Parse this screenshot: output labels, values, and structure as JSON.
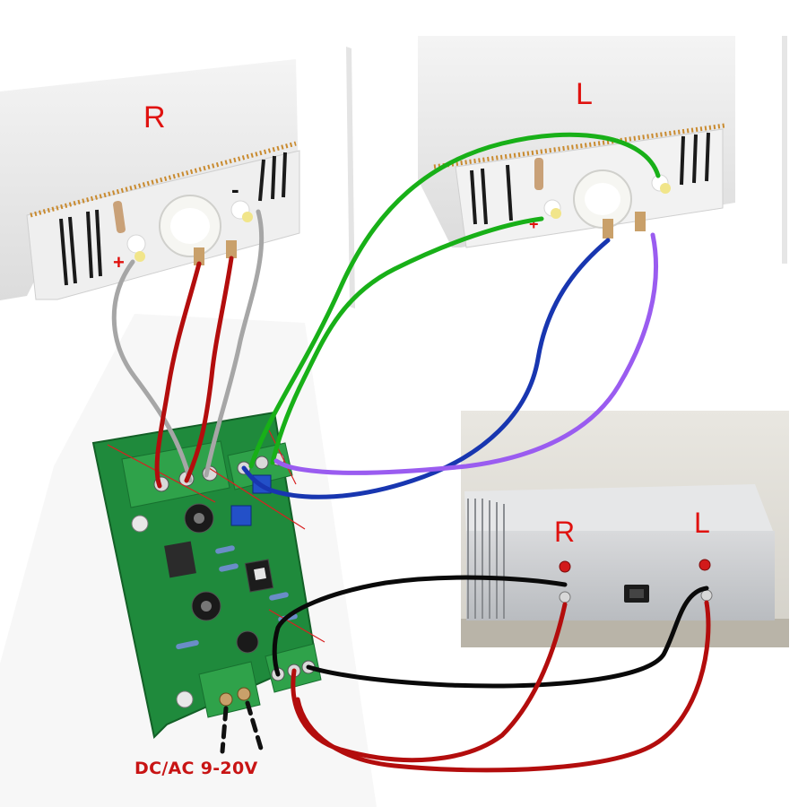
{
  "photos": {
    "right_vu_meter": {
      "channel_label": "R",
      "plus_mark": "+",
      "minus_mark": "-"
    },
    "left_vu_meter": {
      "channel_label": "L",
      "plus_mark": "+"
    },
    "amplifier": {
      "right_label": "R",
      "left_label": "L"
    }
  },
  "power_caption": "DC/AC 9-20V",
  "colors": {
    "pcb_green": "#1f8a3c",
    "terminal_green": "#2fa24a",
    "wire_red": "#b30d0d",
    "wire_gray": "#a6a6a6",
    "wire_green": "#18b018",
    "wire_blue": "#1836b0",
    "wire_purple": "#9a5cf0",
    "wire_black": "#0a0a0a",
    "label_red": "#e0120f"
  }
}
